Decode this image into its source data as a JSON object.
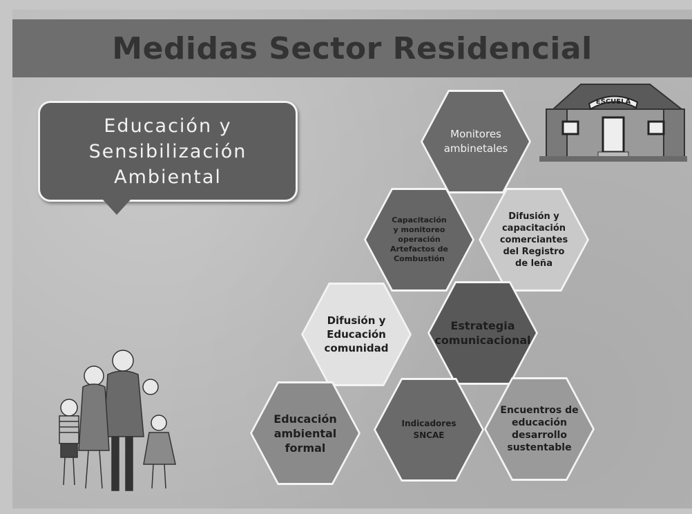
{
  "slide": {
    "title": "Medidas Sector Residencial",
    "callout": "Educación y\nSensibilización\nAmbiental"
  },
  "school_sign": "ESCUELA",
  "hexagons": [
    {
      "key": "monitores",
      "label": "Monitores\nambinetales",
      "fill": "#6a6a6a",
      "text_color": "#f2f2f2"
    },
    {
      "key": "capacitacion",
      "label": "Capacitación\ny monitoreo\noperación\nArtefactos de\nCombustión",
      "fill": "#666666",
      "text_color": "#1e1e1e"
    },
    {
      "key": "difusion_registro",
      "label": "Difusión y\ncapacitación\ncomerciantes\ndel Registro\nde leña",
      "fill": "#c9c9c9",
      "text_color": "#1e1e1e"
    },
    {
      "key": "difusion_comunidad",
      "label": "Difusión y\nEducación\ncomunidad",
      "fill": "#e1e1e1",
      "text_color": "#1e1e1e"
    },
    {
      "key": "estrategia",
      "label": "Estrategia\ncomunicacional",
      "fill": "#585858",
      "text_color": "#1e1e1e"
    },
    {
      "key": "educacion_formal",
      "label": "Educación\nambiental\nformal",
      "fill": "#8a8a8a",
      "text_color": "#1e1e1e"
    },
    {
      "key": "indicadores",
      "label": "Indicadores\nSNCAE",
      "fill": "#6a6a6a",
      "text_color": "#1e1e1e"
    },
    {
      "key": "encuentros",
      "label": "Encuentros de\neducación\ndesarrollo\nsustentable",
      "fill": "#9a9a9a",
      "text_color": "#1e1e1e"
    }
  ]
}
